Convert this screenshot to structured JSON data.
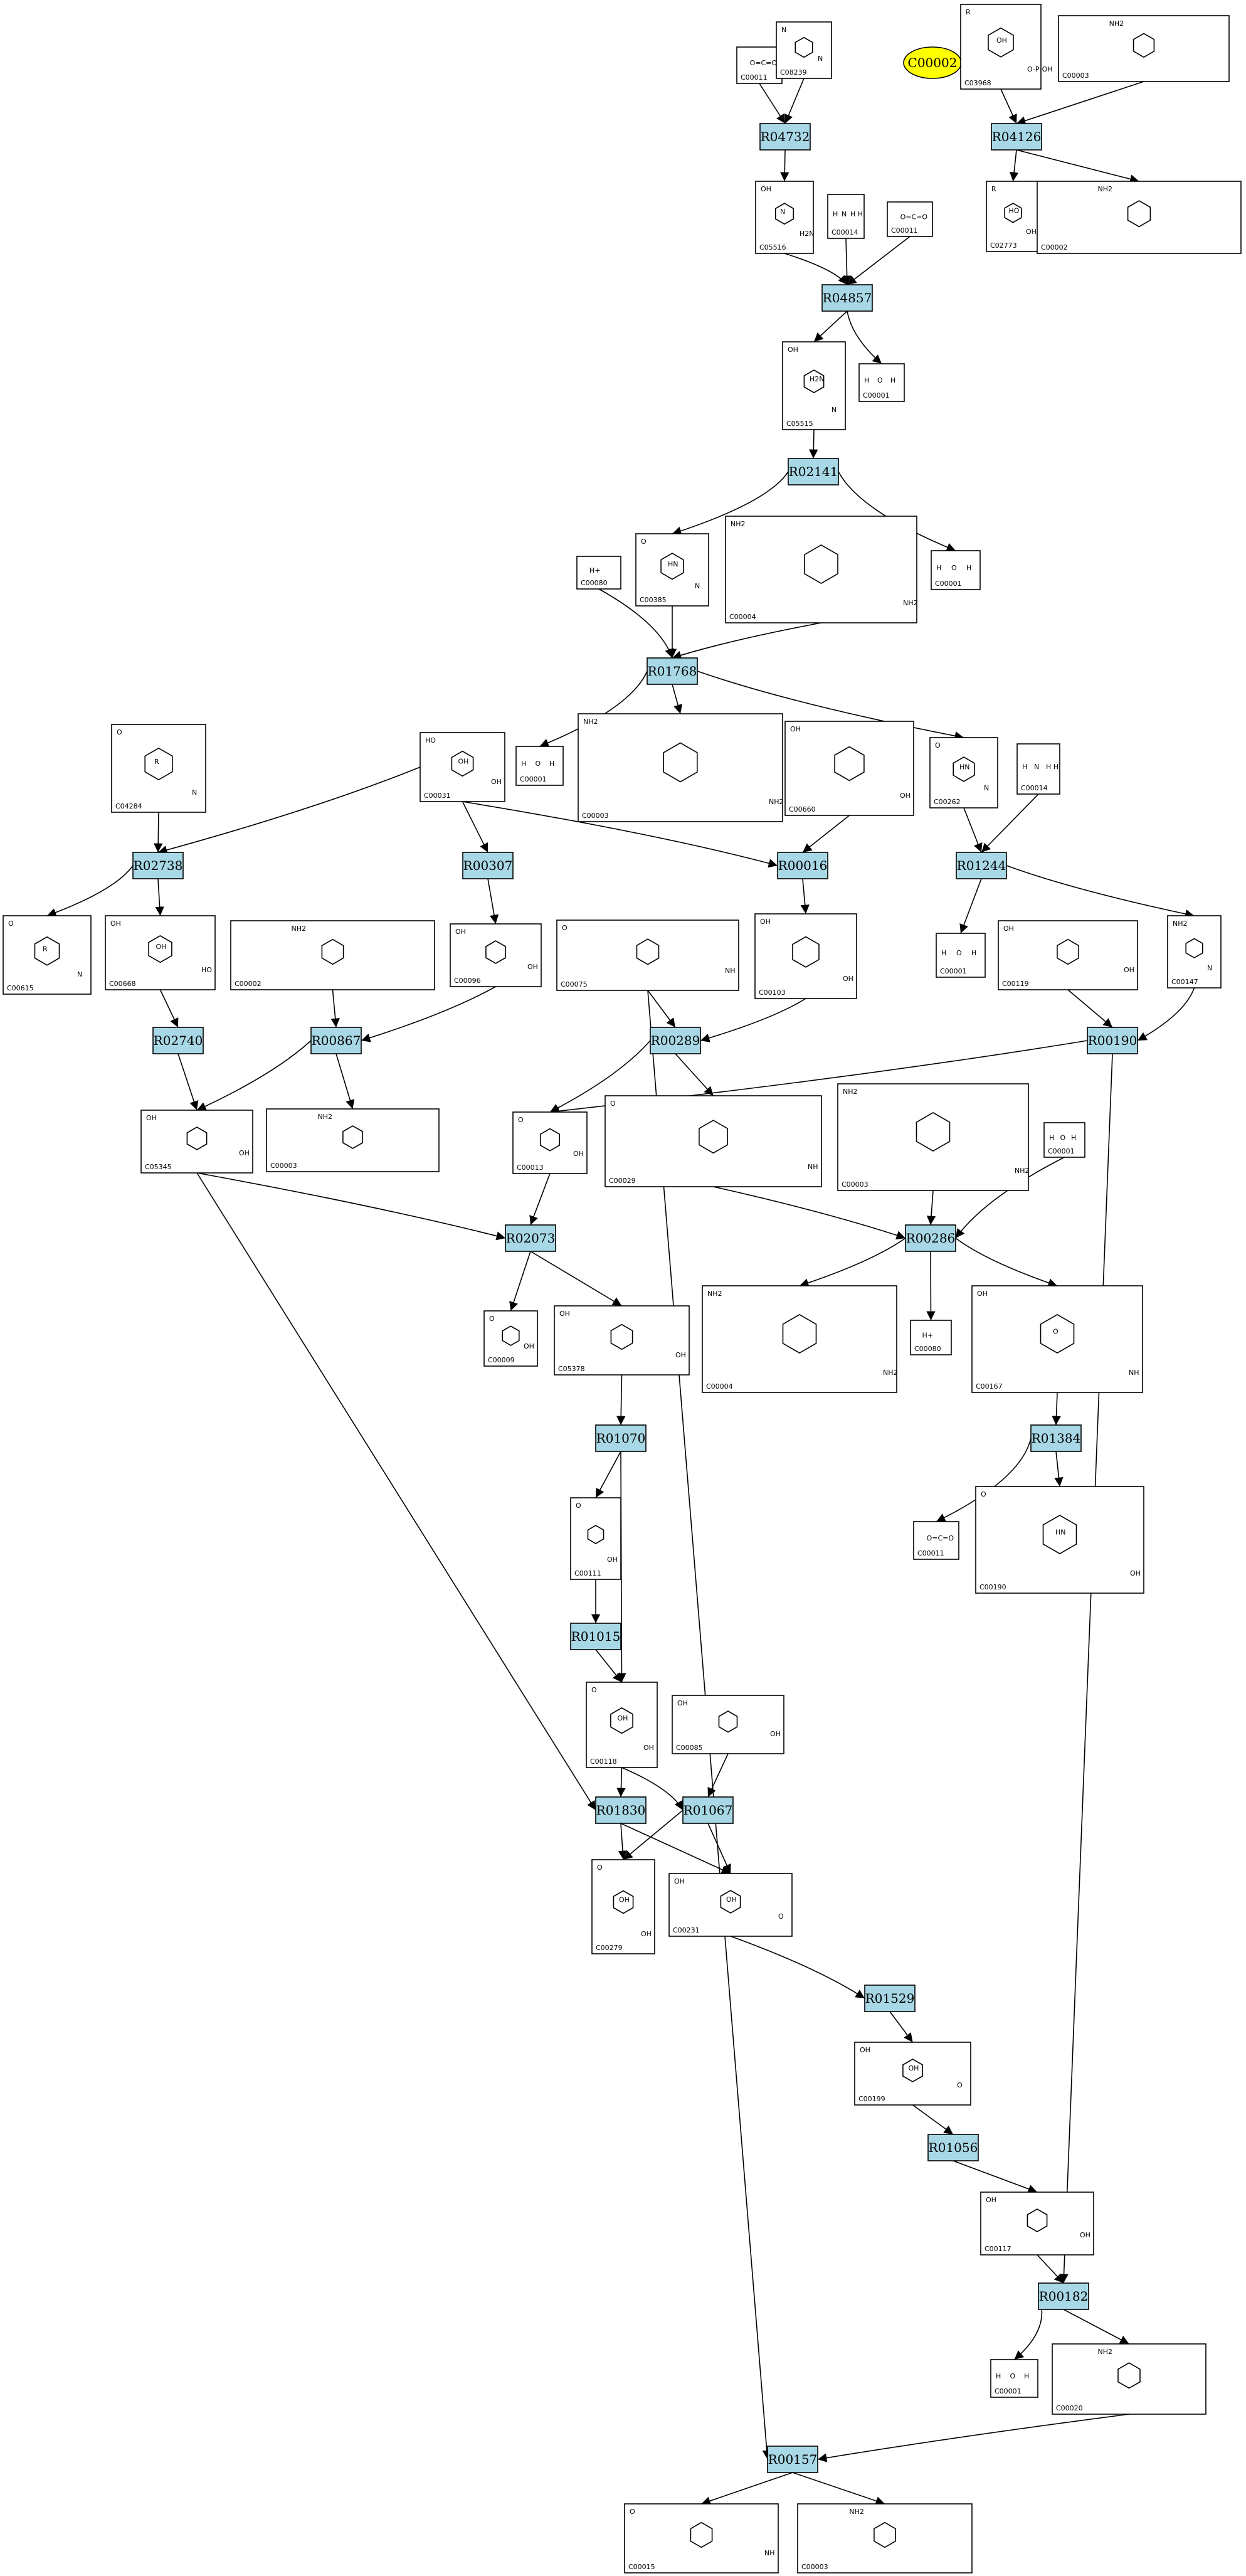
{
  "root": {
    "label": "C00002"
  },
  "reactions": [
    {
      "id": "R04732",
      "label": "R04732"
    },
    {
      "id": "R04126",
      "label": "R04126"
    },
    {
      "id": "R04857",
      "label": "R04857"
    },
    {
      "id": "R02141",
      "label": "R02141"
    },
    {
      "id": "R01768",
      "label": "R01768"
    },
    {
      "id": "R02738",
      "label": "R02738"
    },
    {
      "id": "R00307",
      "label": "R00307"
    },
    {
      "id": "R00016",
      "label": "R00016"
    },
    {
      "id": "R01244",
      "label": "R01244"
    },
    {
      "id": "R02740",
      "label": "R02740"
    },
    {
      "id": "R00867",
      "label": "R00867"
    },
    {
      "id": "R00289",
      "label": "R00289"
    },
    {
      "id": "R00190",
      "label": "R00190"
    },
    {
      "id": "R02073",
      "label": "R02073"
    },
    {
      "id": "R00286",
      "label": "R00286"
    },
    {
      "id": "R01070",
      "label": "R01070"
    },
    {
      "id": "R01384",
      "label": "R01384"
    },
    {
      "id": "R01015",
      "label": "R01015"
    },
    {
      "id": "R01830",
      "label": "R01830"
    },
    {
      "id": "R01067",
      "label": "R01067"
    },
    {
      "id": "R01529",
      "label": "R01529"
    },
    {
      "id": "R01056",
      "label": "R01056"
    },
    {
      "id": "R00182",
      "label": "R00182"
    },
    {
      "id": "R00157",
      "label": "R00157"
    }
  ],
  "compounds": [
    {
      "id": "c1",
      "label": "C00011",
      "glyphs": [
        "O=C=O"
      ]
    },
    {
      "id": "c2",
      "label": "C08239",
      "glyphs": [
        "N",
        "N"
      ]
    },
    {
      "id": "c3",
      "label": "C03968",
      "glyphs": [
        "R",
        "OH",
        "O-P-OH"
      ]
    },
    {
      "id": "c4",
      "label": "C00003",
      "glyphs": [
        "NH2"
      ]
    },
    {
      "id": "c5",
      "label": "C05516",
      "glyphs": [
        "OH",
        "N",
        "H2N"
      ]
    },
    {
      "id": "c6",
      "label": "C00014",
      "glyphs": [
        "H",
        "N",
        "H   H"
      ]
    },
    {
      "id": "c7",
      "label": "C00011",
      "glyphs": [
        "O=C=O"
      ]
    },
    {
      "id": "c8",
      "label": "C02773",
      "glyphs": [
        "R",
        "HO",
        "OH"
      ]
    },
    {
      "id": "c9",
      "label": "C00002",
      "glyphs": [
        "NH2"
      ]
    },
    {
      "id": "c10",
      "label": "C05515",
      "glyphs": [
        "OH",
        "H2N",
        "N"
      ]
    },
    {
      "id": "c11",
      "label": "C00001",
      "glyphs": [
        "H",
        "O",
        "H"
      ]
    },
    {
      "id": "c12",
      "label": "C00080",
      "glyphs": [
        "H+"
      ]
    },
    {
      "id": "c13",
      "label": "C00385",
      "glyphs": [
        "O",
        "HN",
        "N"
      ]
    },
    {
      "id": "c14",
      "label": "C00004",
      "glyphs": [
        "NH2",
        "NH2"
      ]
    },
    {
      "id": "c15",
      "label": "C00001",
      "glyphs": [
        "H",
        "O",
        "H"
      ]
    },
    {
      "id": "c16",
      "label": "C04284",
      "glyphs": [
        "O",
        "R",
        "N"
      ]
    },
    {
      "id": "c17",
      "label": "C00031",
      "glyphs": [
        "HO",
        "OH",
        "OH"
      ]
    },
    {
      "id": "c18",
      "label": "C00001",
      "glyphs": [
        "H",
        "O",
        "H"
      ]
    },
    {
      "id": "c19",
      "label": "C00003",
      "glyphs": [
        "NH2",
        "NH2"
      ]
    },
    {
      "id": "c20",
      "label": "C00660",
      "glyphs": [
        "OH",
        "OH"
      ]
    },
    {
      "id": "c21",
      "label": "C00262",
      "glyphs": [
        "O",
        "HN",
        "N"
      ]
    },
    {
      "id": "c22",
      "label": "C00014",
      "glyphs": [
        "H",
        "N",
        "H   H"
      ]
    },
    {
      "id": "c23",
      "label": "C00615",
      "glyphs": [
        "O",
        "R",
        "N"
      ]
    },
    {
      "id": "c24",
      "label": "C00668",
      "glyphs": [
        "OH",
        "OH",
        "HO"
      ]
    },
    {
      "id": "c25",
      "label": "C00002",
      "glyphs": [
        "NH2"
      ]
    },
    {
      "id": "c26",
      "label": "C00096",
      "glyphs": [
        "OH",
        "OH"
      ]
    },
    {
      "id": "c27",
      "label": "C00075",
      "glyphs": [
        "O",
        "NH"
      ]
    },
    {
      "id": "c28",
      "label": "C00103",
      "glyphs": [
        "OH",
        "OH"
      ]
    },
    {
      "id": "c29",
      "label": "C00001",
      "glyphs": [
        "H",
        "O",
        "H"
      ]
    },
    {
      "id": "c30",
      "label": "C00119",
      "glyphs": [
        "OH",
        "OH"
      ]
    },
    {
      "id": "c31",
      "label": "C00147",
      "glyphs": [
        "NH2",
        "N"
      ]
    },
    {
      "id": "c32",
      "label": "C05345",
      "glyphs": [
        "OH",
        "OH"
      ]
    },
    {
      "id": "c33",
      "label": "C00003",
      "glyphs": [
        "NH2"
      ]
    },
    {
      "id": "c34",
      "label": "C00013",
      "glyphs": [
        "O",
        "OH"
      ]
    },
    {
      "id": "c35",
      "label": "C00029",
      "glyphs": [
        "O",
        "NH"
      ]
    },
    {
      "id": "c36",
      "label": "C00003",
      "glyphs": [
        "NH2",
        "NH2"
      ]
    },
    {
      "id": "c37",
      "label": "C00001",
      "glyphs": [
        "H",
        "O",
        "H"
      ]
    },
    {
      "id": "c38",
      "label": "C00009",
      "glyphs": [
        "O",
        "OH"
      ]
    },
    {
      "id": "c39",
      "label": "C05378",
      "glyphs": [
        "OH",
        "OH"
      ]
    },
    {
      "id": "c40",
      "label": "C00004",
      "glyphs": [
        "NH2",
        "NH2"
      ]
    },
    {
      "id": "c41",
      "label": "C00080",
      "glyphs": [
        "H+"
      ]
    },
    {
      "id": "c42",
      "label": "C00167",
      "glyphs": [
        "OH",
        "O",
        "NH"
      ]
    },
    {
      "id": "c43",
      "label": "C00111",
      "glyphs": [
        "O",
        "OH"
      ]
    },
    {
      "id": "c44",
      "label": "C00011",
      "glyphs": [
        "O=C=O"
      ]
    },
    {
      "id": "c45",
      "label": "C00190",
      "glyphs": [
        "O",
        "HN",
        "OH"
      ]
    },
    {
      "id": "c46",
      "label": "C00118",
      "glyphs": [
        "O",
        "OH",
        "OH"
      ]
    },
    {
      "id": "c47",
      "label": "C00085",
      "glyphs": [
        "OH",
        "OH"
      ]
    },
    {
      "id": "c48",
      "label": "C00279",
      "glyphs": [
        "O",
        "OH",
        "OH"
      ]
    },
    {
      "id": "c49",
      "label": "C00231",
      "glyphs": [
        "OH",
        "OH",
        "O"
      ]
    },
    {
      "id": "c50",
      "label": "C00199",
      "glyphs": [
        "OH",
        "OH",
        "O"
      ]
    },
    {
      "id": "c51",
      "label": "C00117",
      "glyphs": [
        "OH",
        "OH"
      ]
    },
    {
      "id": "c52",
      "label": "C00001",
      "glyphs": [
        "H",
        "O",
        "H"
      ]
    },
    {
      "id": "c53",
      "label": "C00020",
      "glyphs": [
        "NH2"
      ]
    },
    {
      "id": "c54",
      "label": "C00015",
      "glyphs": [
        "O",
        "NH"
      ]
    },
    {
      "id": "c55",
      "label": "C00003",
      "glyphs": [
        "NH2"
      ]
    }
  ]
}
